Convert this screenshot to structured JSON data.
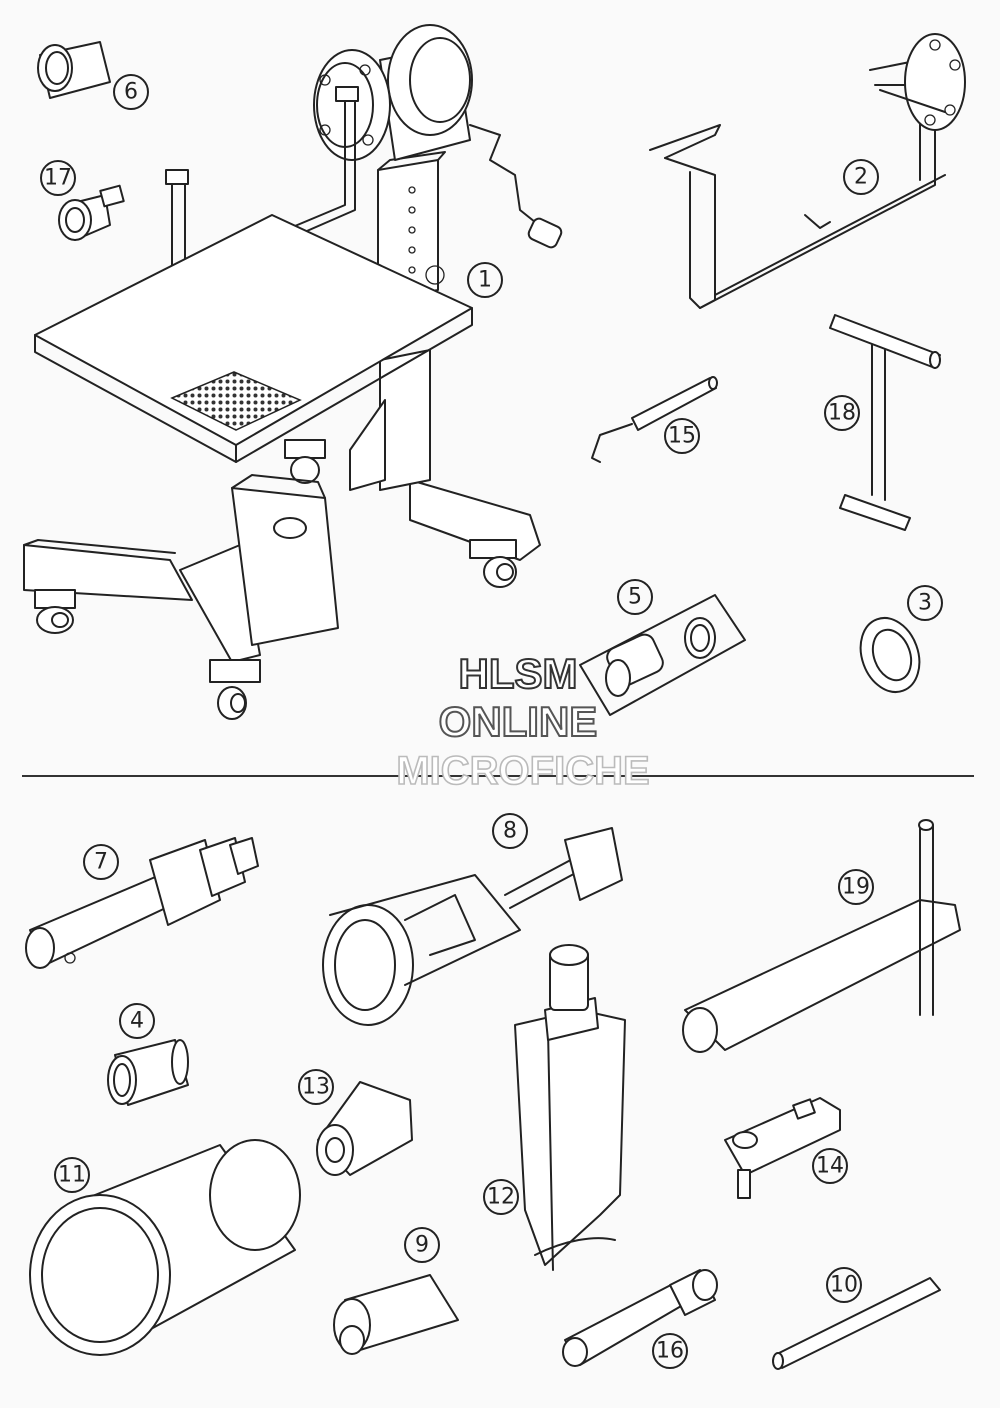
{
  "callouts": [
    {
      "id": "1",
      "label": "1"
    },
    {
      "id": "2",
      "label": "2"
    },
    {
      "id": "3",
      "label": "3"
    },
    {
      "id": "4",
      "label": "4"
    },
    {
      "id": "5",
      "label": "5"
    },
    {
      "id": "6",
      "label": "6"
    },
    {
      "id": "7",
      "label": "7"
    },
    {
      "id": "8",
      "label": "8"
    },
    {
      "id": "9",
      "label": "9"
    },
    {
      "id": "10",
      "label": "10"
    },
    {
      "id": "11",
      "label": "11"
    },
    {
      "id": "12",
      "label": "12"
    },
    {
      "id": "13",
      "label": "13"
    },
    {
      "id": "14",
      "label": "14"
    },
    {
      "id": "15",
      "label": "15"
    },
    {
      "id": "16",
      "label": "16"
    },
    {
      "id": "17",
      "label": "17"
    },
    {
      "id": "18",
      "label": "18"
    },
    {
      "id": "19",
      "label": "19"
    }
  ],
  "watermark": {
    "line1": "HLSM",
    "line2": "ONLINE",
    "line3": "MICROFICHE"
  },
  "colors": {
    "line": "#222222",
    "background": "#fafafa",
    "watermark_stroke_dark": "#333333",
    "watermark_stroke_light": "#bbbbbb"
  }
}
